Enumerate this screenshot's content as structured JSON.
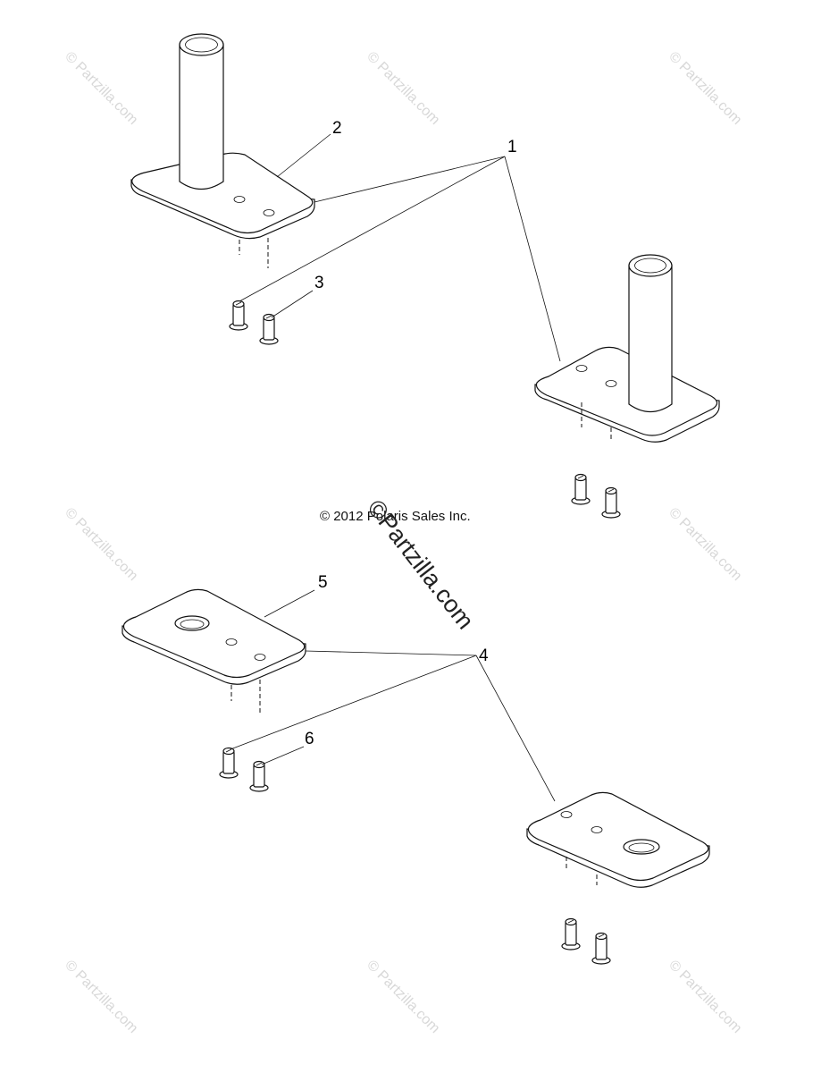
{
  "callouts": {
    "c1": "1",
    "c2": "2",
    "c3": "3",
    "c4": "4",
    "c5": "5",
    "c6": "6"
  },
  "copyright": "© 2012 Polaris Sales Inc.",
  "watermark": "© Partzilla.com",
  "center_watermark": "©Partzilla.com"
}
